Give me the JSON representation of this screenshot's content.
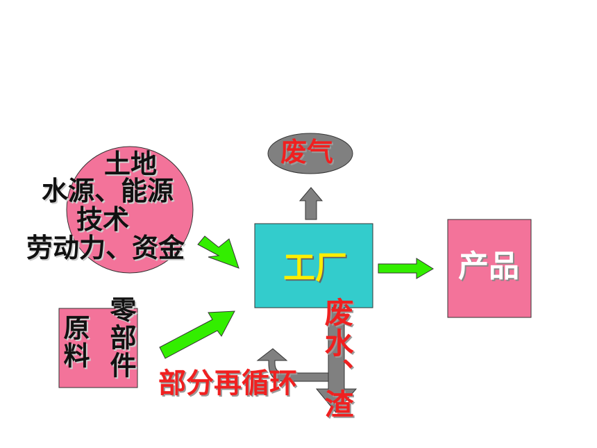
{
  "resources": {
    "line1": "土地",
    "line2": "水源、能源",
    "line3": "技术",
    "line4": "劳动力、资金"
  },
  "materials": {
    "col1": "原料",
    "col2": "零部件"
  },
  "factory": {
    "label": "工厂"
  },
  "waste_gas": {
    "label": "废气"
  },
  "product": {
    "label": "产品"
  },
  "waste_water": {
    "label": "废水、渣"
  },
  "recycle": {
    "label": "部分再循环"
  },
  "colors": {
    "resource_circle": "#f3739a",
    "factory_box": "#33cccc",
    "product_box": "#f3739a",
    "materials_box": "#f3739a",
    "waste_gas_ellipse": "#808080",
    "green_arrow": "#33ee00",
    "gray_arrow": "#808080"
  }
}
